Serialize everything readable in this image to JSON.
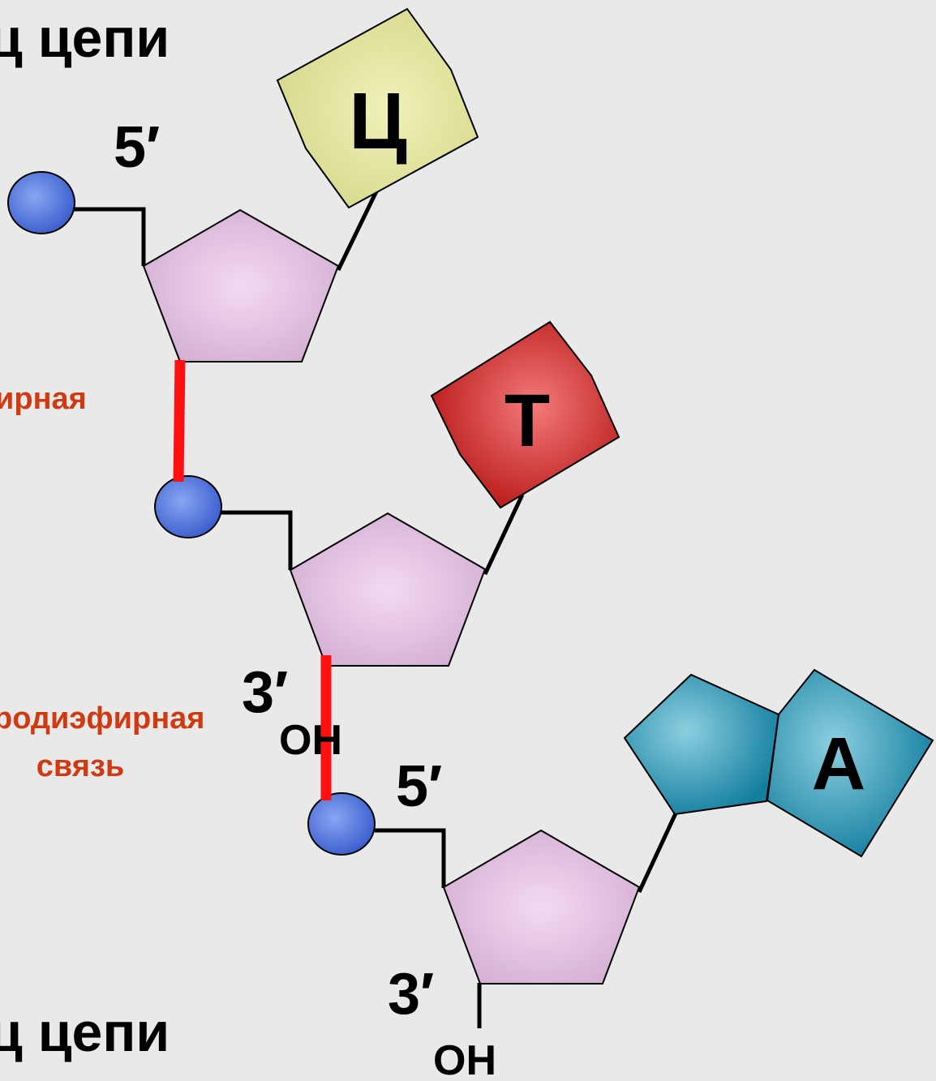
{
  "labels": {
    "top_chain_end": "ц цепи",
    "bottom_chain_end": "ц цепи",
    "five_prime": "5′",
    "three_prime": "3′",
    "hydroxyl": "OH",
    "bond_line1_a": "ирная",
    "bond_line1_b": "родиэфирная",
    "bond_line2": "связь"
  },
  "bases": {
    "cytosine": "Ц",
    "thymine": "Т",
    "adenine": "А"
  },
  "colors": {
    "background": "#e9e9e9",
    "sugar": "#dab5db",
    "phosphate": "#4a6fd8",
    "cytosine": "#e1e39c",
    "thymine": "#d83030",
    "adenine": "#2a90b0",
    "phosphodiester_bond": "#ff1010",
    "bond_label": "#d03a10"
  }
}
